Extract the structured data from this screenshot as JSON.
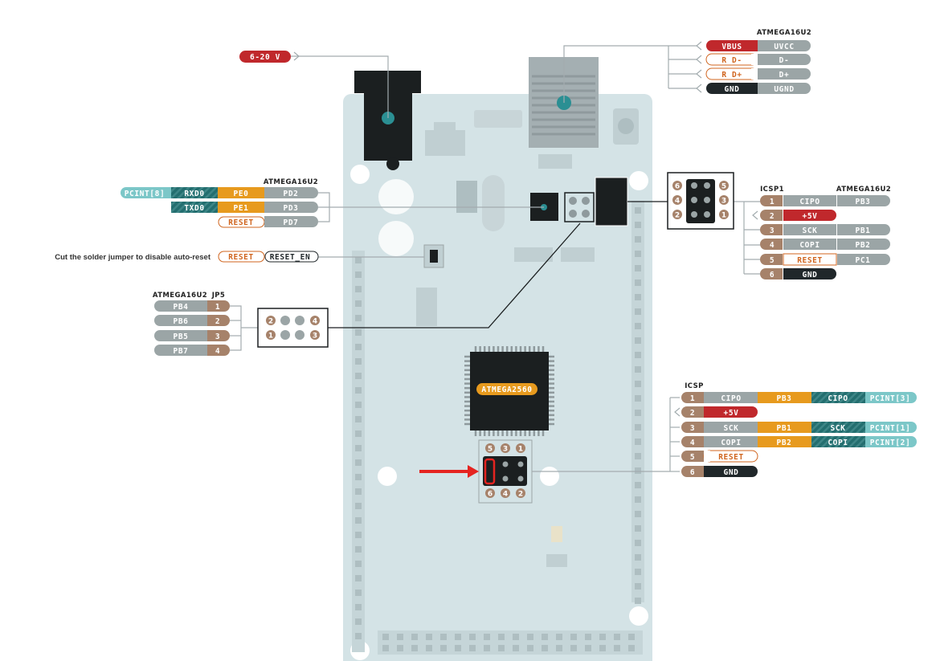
{
  "power": {
    "label": "6-20 V"
  },
  "usb_chip": {
    "title": "ATMEGA16U2",
    "rows": [
      {
        "left": "VBUS",
        "right": "UVCC",
        "style": "red"
      },
      {
        "left": "R D-",
        "right": "D-",
        "style": "outline"
      },
      {
        "left": "R D+",
        "right": "D+",
        "style": "outline"
      },
      {
        "left": "GND",
        "right": "UGND",
        "style": "black"
      }
    ]
  },
  "serial": {
    "title": "ATMEGA16U2",
    "row1": [
      "PCINT[8]",
      "RXD0",
      "PE0",
      "PD2"
    ],
    "row2": [
      "TXD0",
      "PE1",
      "PD3"
    ],
    "row3": [
      "RESET",
      "PD7"
    ]
  },
  "reset_en": {
    "note": "Cut the solder jumper to disable auto-reset",
    "left": "RESET",
    "right": "RESET_EN"
  },
  "jp5": {
    "title_a": "ATMEGA16U2",
    "title_b": "JP5",
    "rows": [
      {
        "port": "PB4",
        "num": "1"
      },
      {
        "port": "PB6",
        "num": "2"
      },
      {
        "port": "PB5",
        "num": "3"
      },
      {
        "port": "PB7",
        "num": "4"
      }
    ],
    "header_top": [
      "2",
      "4"
    ],
    "header_bottom": [
      "1",
      "3"
    ]
  },
  "icsp1": {
    "title": "ICSP1",
    "chip": "ATMEGA16U2",
    "header_left": [
      "6",
      "4",
      "2"
    ],
    "header_right": [
      "5",
      "3",
      "1"
    ],
    "rows": [
      {
        "num": "1",
        "name": "CIPO",
        "port": "PB3",
        "style": "gray"
      },
      {
        "num": "2",
        "name": "+5V",
        "port": "",
        "style": "red"
      },
      {
        "num": "3",
        "name": "SCK",
        "port": "PB1",
        "style": "gray"
      },
      {
        "num": "4",
        "name": "COPI",
        "port": "PB2",
        "style": "gray"
      },
      {
        "num": "5",
        "name": "RESET",
        "port": "PC1",
        "style": "outline"
      },
      {
        "num": "6",
        "name": "GND",
        "port": "",
        "style": "black"
      }
    ]
  },
  "icsp": {
    "title": "ICSP",
    "header_top": [
      "5",
      "3",
      "1"
    ],
    "header_bottom": [
      "6",
      "4",
      "2"
    ],
    "rows": [
      {
        "num": "1",
        "name": "CIPO",
        "port": "PB3",
        "spi": "CIPO",
        "pcint": "PCINT[3]",
        "style": "gray"
      },
      {
        "num": "2",
        "name": "+5V",
        "port": "",
        "spi": "",
        "pcint": "",
        "style": "red"
      },
      {
        "num": "3",
        "name": "SCK",
        "port": "PB1",
        "spi": "SCK",
        "pcint": "PCINT[1]",
        "style": "gray"
      },
      {
        "num": "4",
        "name": "COPI",
        "port": "PB2",
        "spi": "COPI",
        "pcint": "PCINT[2]",
        "style": "gray"
      },
      {
        "num": "5",
        "name": "RESET",
        "port": "",
        "spi": "",
        "pcint": "",
        "style": "outline"
      },
      {
        "num": "6",
        "name": "GND",
        "port": "",
        "spi": "",
        "pcint": "",
        "style": "black"
      }
    ]
  },
  "main_chip": {
    "label": "ATMEGA2560"
  },
  "colors": {
    "board": "#d4e3e6",
    "red": "#c0282c",
    "orange": "#e79a1e",
    "gray": "#9ba5a6",
    "brown": "#a6826a",
    "teal": "#236e6f",
    "light_teal": "#7cc7c8",
    "black": "#20272a",
    "reset_outline": "#d0651f",
    "arrow": "#e52420"
  }
}
